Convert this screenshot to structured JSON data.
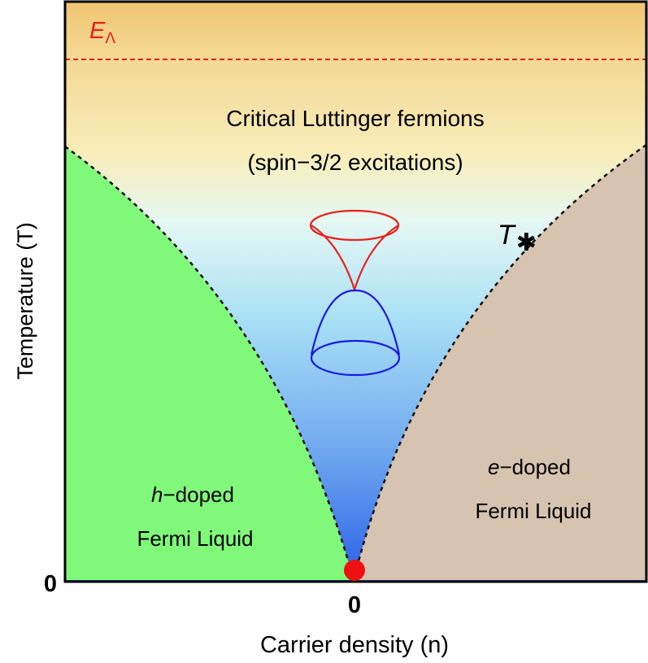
{
  "diagram": {
    "energy_cutoff": {
      "symbol": "E",
      "subscript": "Λ",
      "color": "#e8201c"
    },
    "critical_region": {
      "line1": "Critical Luttinger fermions",
      "line2": "(spin−3/2 excitations)"
    },
    "crossover": {
      "symbol": "T",
      "subscript": "✱"
    },
    "hole_phase": {
      "prefix": "h",
      "suffix": "−doped",
      "line2": "Fermi Liquid",
      "color": "#80f97a"
    },
    "electron_phase": {
      "prefix": "e",
      "suffix": "−doped",
      "line2": "Fermi Liquid",
      "color": "#d6c3b0"
    },
    "x_axis": {
      "label": "Carrier density (n)",
      "origin_tick": "0"
    },
    "y_axis": {
      "label": "Temperature (T)",
      "origin_tick": "0"
    },
    "critical_point_color": "#ee1111",
    "cone_colors": {
      "conduction": "#e8201c",
      "valence": "#1a1ae6"
    }
  }
}
